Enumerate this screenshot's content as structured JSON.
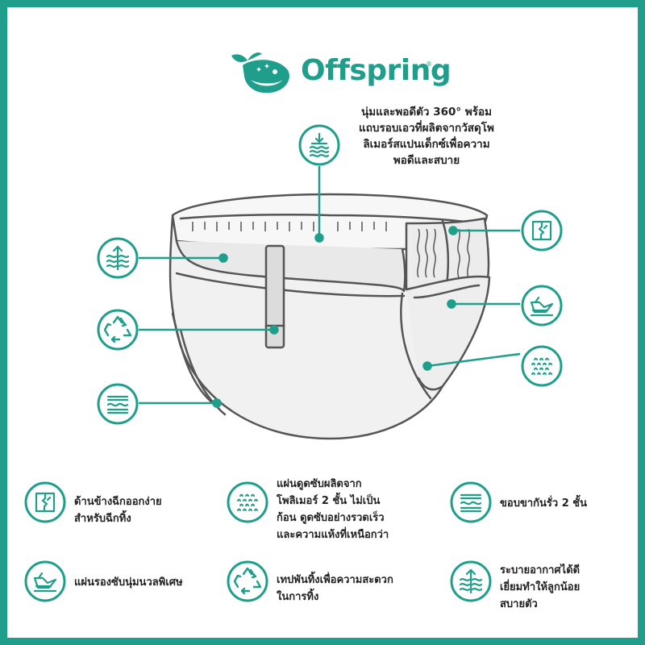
{
  "brand": {
    "name": "Offspring",
    "reg_mark": "®",
    "color": "#1f9e8c"
  },
  "top_callout": {
    "icon": "soft-layers-icon",
    "lines": [
      "นุ่มและพอดีตัว 360° พร้อม",
      "แถบรอบเอวที่ผลิตจากวัสดุโพ",
      "ลิเมอร์สแปนเด็กซ์เพื่อความ",
      "พอดีและสบาย"
    ]
  },
  "diagram_icons": {
    "left": [
      "breathable-icon",
      "recycle-icon",
      "leak-guard-icon"
    ],
    "right": [
      "tear-side-icon",
      "soft-pad-icon",
      "absorbent-core-icon"
    ]
  },
  "features": [
    {
      "icon": "tear-side-icon",
      "lines": [
        "ด้านข้างฉีกออกง่าย",
        "สำหรับฉีกทิ้ง"
      ]
    },
    {
      "icon": "absorbent-core-icon",
      "lines": [
        "แผ่นดูดซับผลิตจาก",
        "โพลิเมอร์ 2 ชั้น ไม่เป็น",
        "ก้อน ดูดซับอย่างรวดเร็ว",
        "และความแห้งที่เหนือกว่า"
      ]
    },
    {
      "icon": "leak-guard-icon",
      "lines": [
        "ขอบขากันรั่ว 2 ชั้น"
      ]
    },
    {
      "icon": "soft-pad-icon",
      "lines": [
        "แผ่นรองซับนุ่มนวลพิเศษ"
      ]
    },
    {
      "icon": "recycle-icon",
      "lines": [
        "เทปพันทิ้งเพื่อความสะดวก",
        "ในการทิ้ง"
      ]
    },
    {
      "icon": "breathable-icon",
      "lines": [
        "ระบายอากาศได้ดี",
        "เยี่ยมทำให้ลูกน้อย",
        "สบายตัว"
      ]
    }
  ]
}
